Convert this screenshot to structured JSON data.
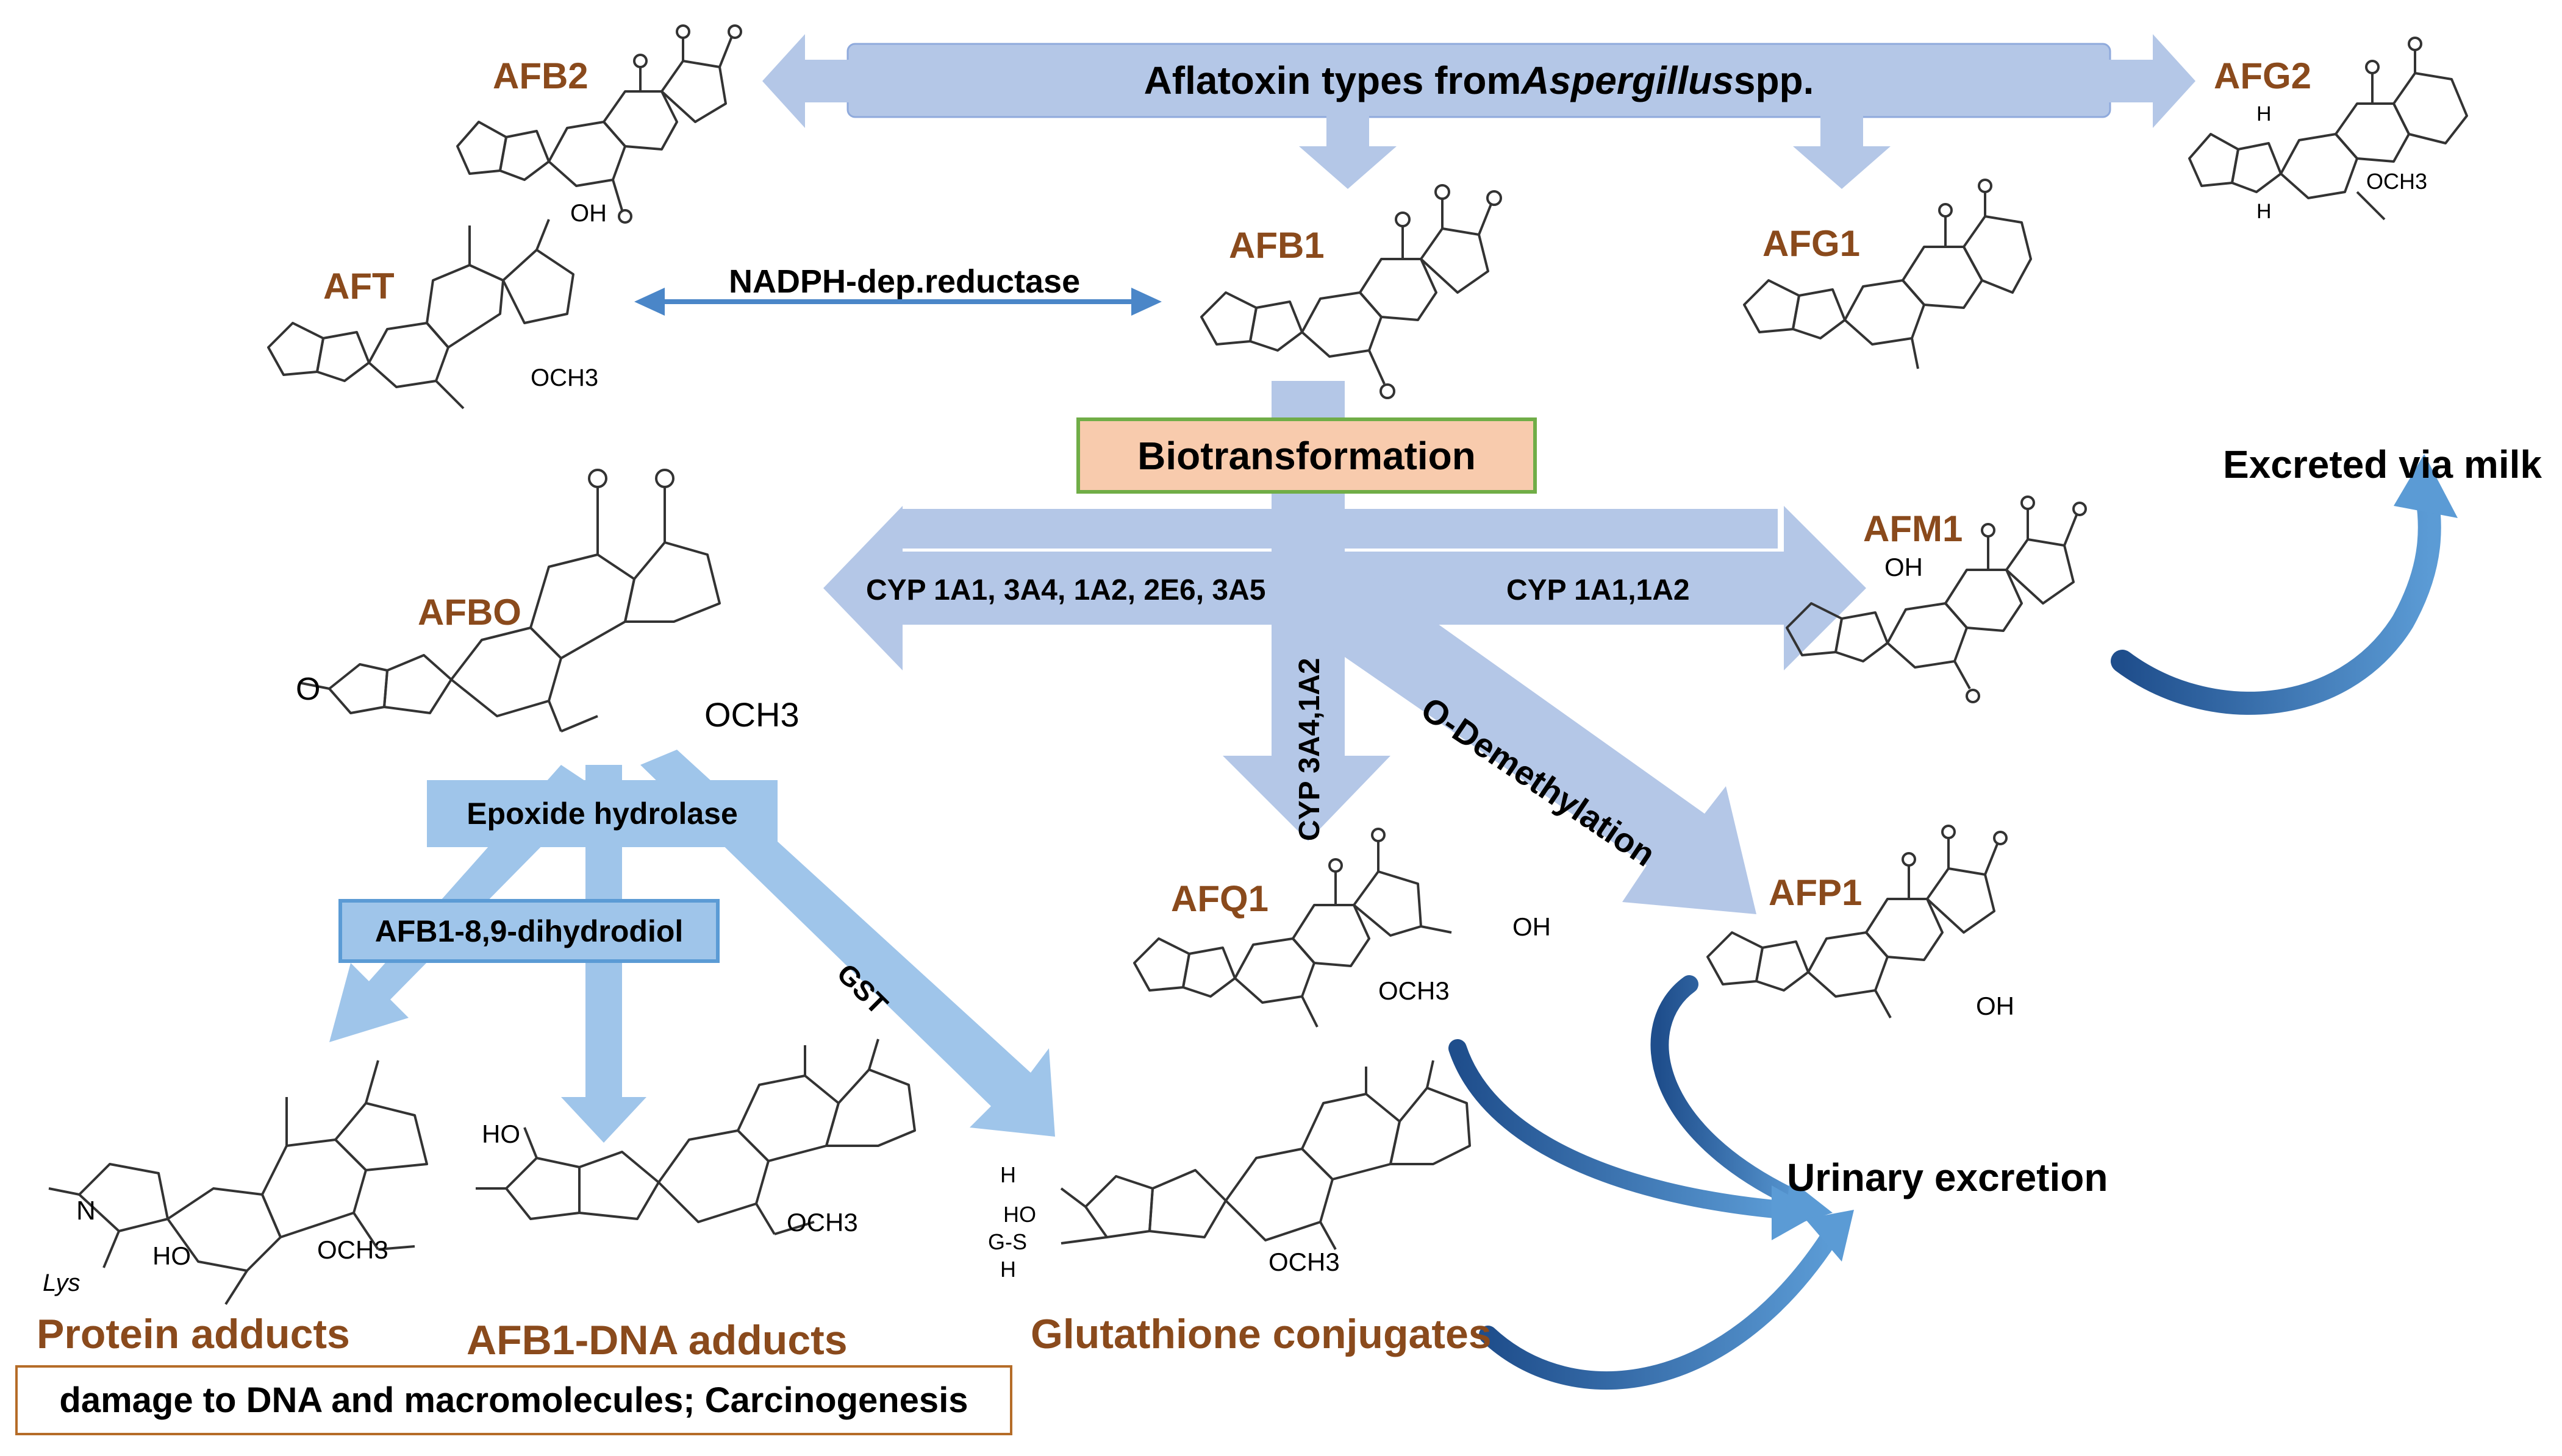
{
  "title": {
    "prefix": "Aflatoxin types from ",
    "genus": "Aspergillus",
    "suffix": " spp."
  },
  "compounds": {
    "afb2": "AFB2",
    "afg2": "AFG2",
    "afb1": "AFB1",
    "afg1": "AFG1",
    "aft": "AFT",
    "afbo": "AFBO",
    "afm1": "AFM1",
    "afq1": "AFQ1",
    "afp1": "AFP1"
  },
  "outcomes": {
    "protein_adducts": "Protein adducts",
    "dna_adducts": "AFB1-DNA adducts",
    "glutathione": "Glutathione conjugates",
    "damage": "damage to DNA and macromolecules; Carcinogenesis"
  },
  "excretion": {
    "milk": "Excreted via milk",
    "urine": "Urinary excretion"
  },
  "enzymes": {
    "nadph": "NADPH-dep.reductase",
    "biotransformation": "Biotransformation",
    "cyp_left": "CYP 1A1, 3A4, 1A2, 2E6, 3A5",
    "cyp_right": "CYP 1A1,1A2",
    "cyp_down": "CYP 3A4,1A2",
    "odemethylation": "O-Demethylation",
    "epoxide": "Epoxide hydrolase",
    "dihydrodiol": "AFB1-8,9-dihydrodiol",
    "gst": "GST"
  },
  "structure_labels": {
    "o": "O",
    "oh": "OH",
    "h": "H",
    "ho": "HO",
    "och3": "OCH3",
    "lys": "Lys",
    "n": "N",
    "gs": "G-S"
  },
  "colors": {
    "arrow_fill": "#b4c7e7",
    "arrow_light": "#a9c6ea",
    "enzyme_box": "#9fc5ea",
    "enzyme_border": "#5b9bd5",
    "biotrans_fill": "#f8cbad",
    "biotrans_border": "#70ad47",
    "curved_arrow": "#2e6fb0",
    "compound_text": "#8a4a1c",
    "damage_border": "#b56c28"
  }
}
